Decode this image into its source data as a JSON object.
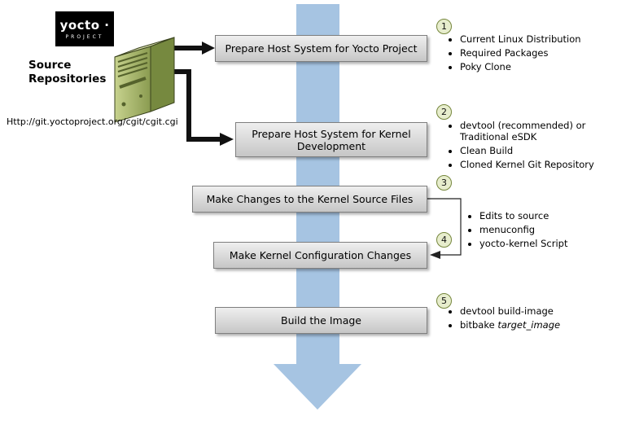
{
  "logo": {
    "text": "yocto ·",
    "subtext": "PROJECT"
  },
  "source": {
    "label": "Source\nRepositories",
    "url": "Http://git.yoctoproject.org/cgit/cgit.cgi"
  },
  "steps": [
    {
      "num": "1",
      "label": "Prepare Host System for Yocto Project",
      "bullets": [
        "Current Linux Distribution",
        "Required Packages",
        "Poky Clone"
      ]
    },
    {
      "num": "2",
      "label": "Prepare Host System for Kernel Development",
      "bullets": [
        "devtool (recommended) or\nTraditional eSDK",
        "Clean Build",
        "Cloned Kernel Git Repository"
      ]
    },
    {
      "num": "3",
      "label": "Make Changes to the Kernel Source Files"
    },
    {
      "num": "4",
      "label": "Make Kernel Configuration Changes"
    },
    {
      "num": "5",
      "label": "Build the Image",
      "bullets": [
        "devtool build-image",
        {
          "plain": "bitbake ",
          "italic": "target_image"
        }
      ]
    }
  ],
  "shared_bullets": [
    "Edits to source",
    "menuconfig",
    "yocto-kernel Script"
  ],
  "colors": {
    "flow_arrow_blue": "#a6c4e2",
    "box_fill_top": "#efefef",
    "box_fill_bottom": "#c6c6c6",
    "box_border": "#7f7f7f",
    "circle_fill": "#e7edcd",
    "circle_border": "#75863c",
    "server_front_light": "#c7d28e",
    "server_front_dark": "#8a9b50",
    "server_side": "#76893f",
    "server_top": "#dce3b0",
    "logo_bg": "#000000",
    "arrow_black": "#111111"
  }
}
